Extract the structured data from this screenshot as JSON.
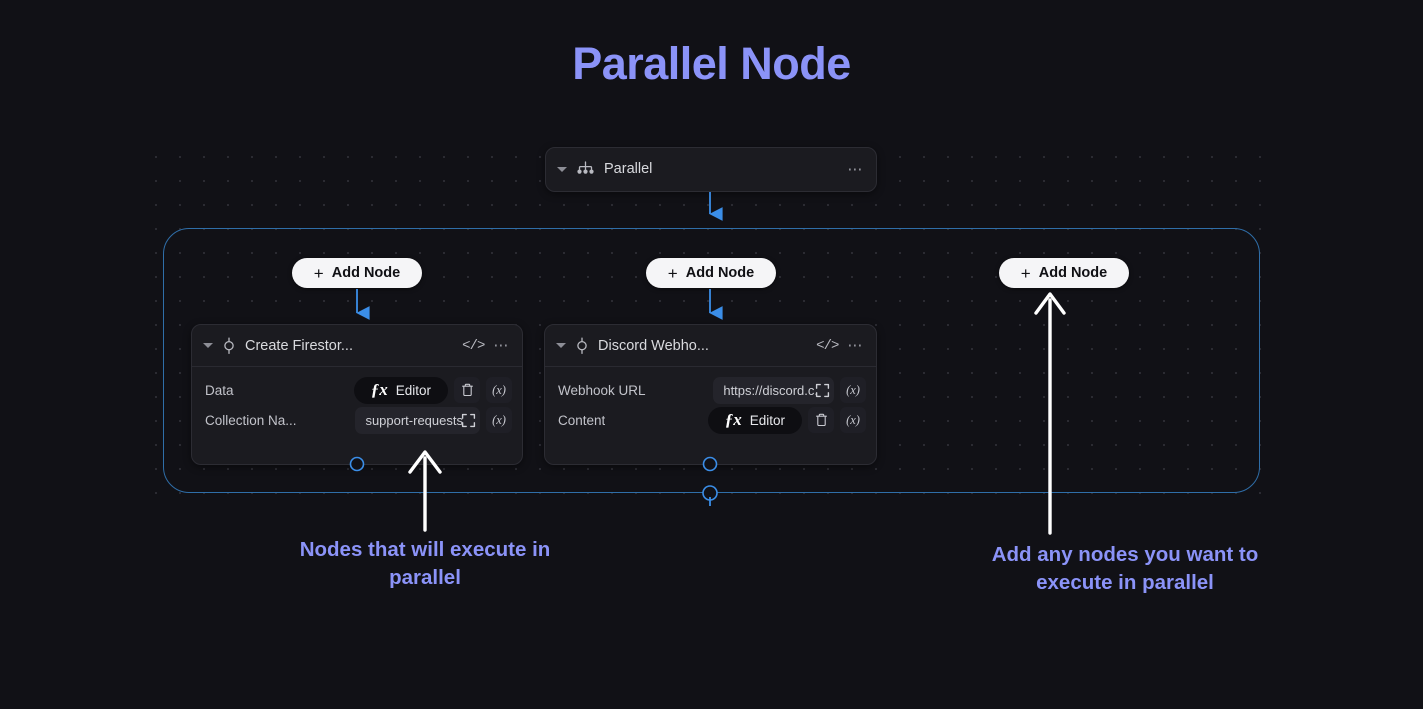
{
  "page": {
    "title": "Parallel Node",
    "accent_title_color": "#8b93f8",
    "background_color": "#111116",
    "container_border_color": "#2f6ea8",
    "connector_color": "#3b8ee8",
    "annotation_color": "#8b93f8"
  },
  "parallel_node": {
    "title": "Parallel",
    "icon": "parallel-branch-icon",
    "caret": "chevron-down-icon",
    "menu": "more-options-icon"
  },
  "add_buttons": [
    {
      "label": "Add Node",
      "icon": "plus-icon"
    },
    {
      "label": "Add Node",
      "icon": "plus-icon"
    },
    {
      "label": "Add Node",
      "icon": "plus-icon"
    }
  ],
  "nodes": [
    {
      "title": "Create Firestor...",
      "icon": "node-point-icon",
      "code_icon": "code-brackets-icon",
      "menu_icon": "more-options-icon",
      "fields": [
        {
          "label": "Data",
          "control_type": "editor-pill",
          "value": "Editor",
          "fx": "ƒx",
          "buttons": [
            "trash-icon",
            "(x)"
          ]
        },
        {
          "label": "Collection Na...",
          "control_type": "value-box",
          "value": "support-requests",
          "buttons": [
            "expand-icon",
            "(x)"
          ]
        }
      ]
    },
    {
      "title": "Discord Webho...",
      "icon": "node-point-icon",
      "code_icon": "code-brackets-icon",
      "menu_icon": "more-options-icon",
      "fields": [
        {
          "label": "Webhook URL",
          "control_type": "value-box",
          "value": "https://discord.c.",
          "buttons": [
            "expand-icon",
            "(x)"
          ]
        },
        {
          "label": "Content",
          "control_type": "editor-pill",
          "value": "Editor",
          "fx": "ƒx",
          "buttons": [
            "trash-icon",
            "(x)"
          ]
        }
      ]
    }
  ],
  "annotations": [
    {
      "text": "Nodes that will execute in parallel",
      "arrow": "up-arrow-white"
    },
    {
      "text": "Add any nodes you want to execute in parallel",
      "arrow": "up-arrow-white"
    }
  ]
}
